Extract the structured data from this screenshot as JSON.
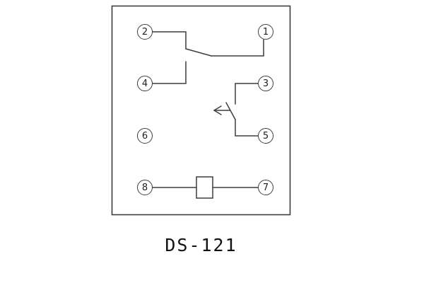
{
  "model_label": "DS-121",
  "terminals": {
    "t1": "1",
    "t2": "2",
    "t3": "3",
    "t4": "4",
    "t5": "5",
    "t6": "6",
    "t7": "7",
    "t8": "8"
  },
  "icons": {
    "actuation_arrow": "left-arrow"
  },
  "colors": {
    "line": "#3d3d3d",
    "background": "#ffffff",
    "text": "#1e1e1e"
  }
}
